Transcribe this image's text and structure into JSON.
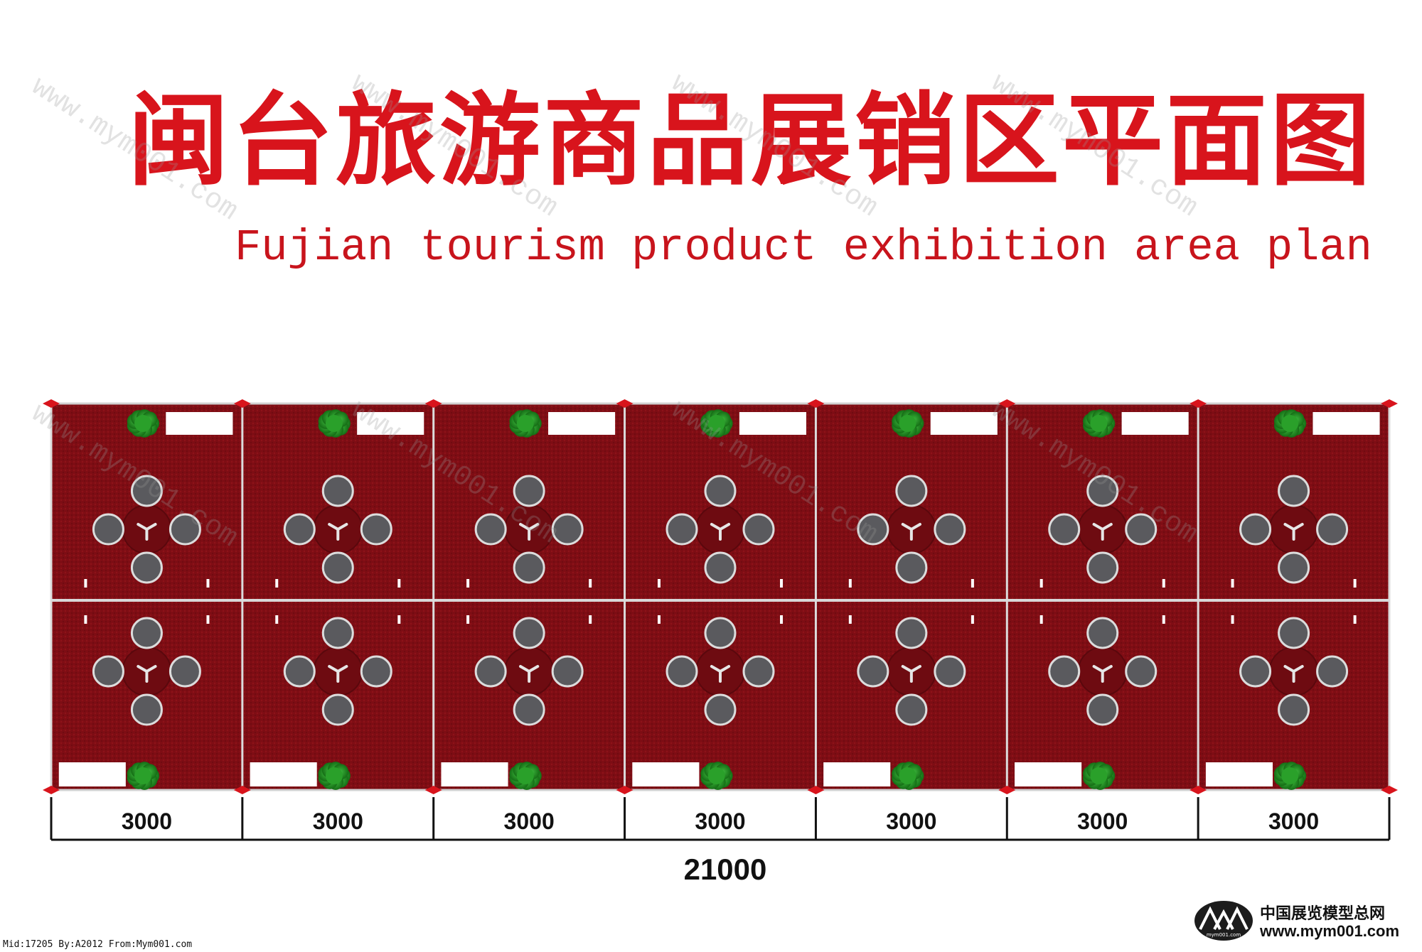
{
  "title": {
    "cn": "闽台旅游商品展销区平面图",
    "en": "Fujian tourism product exhibition area plan"
  },
  "booths": {
    "count": 7,
    "rows": 2,
    "width_labels": [
      "3000",
      "3000",
      "3000",
      "3000",
      "3000",
      "3000",
      "3000"
    ],
    "total_label": "21000"
  },
  "colors": {
    "title": "#d8141c",
    "carpet": "#7e0d14",
    "plant": "#1f8a1f",
    "chair": "#5a5a5e"
  },
  "watermark": "www.mym001.com",
  "footer": {
    "meta": "Mid:17205 By:A2012 From:Mym001.com",
    "brand_name": "中国展览模型总网",
    "brand_url": "www.mym001.com",
    "logo_text": "mym001.com"
  }
}
